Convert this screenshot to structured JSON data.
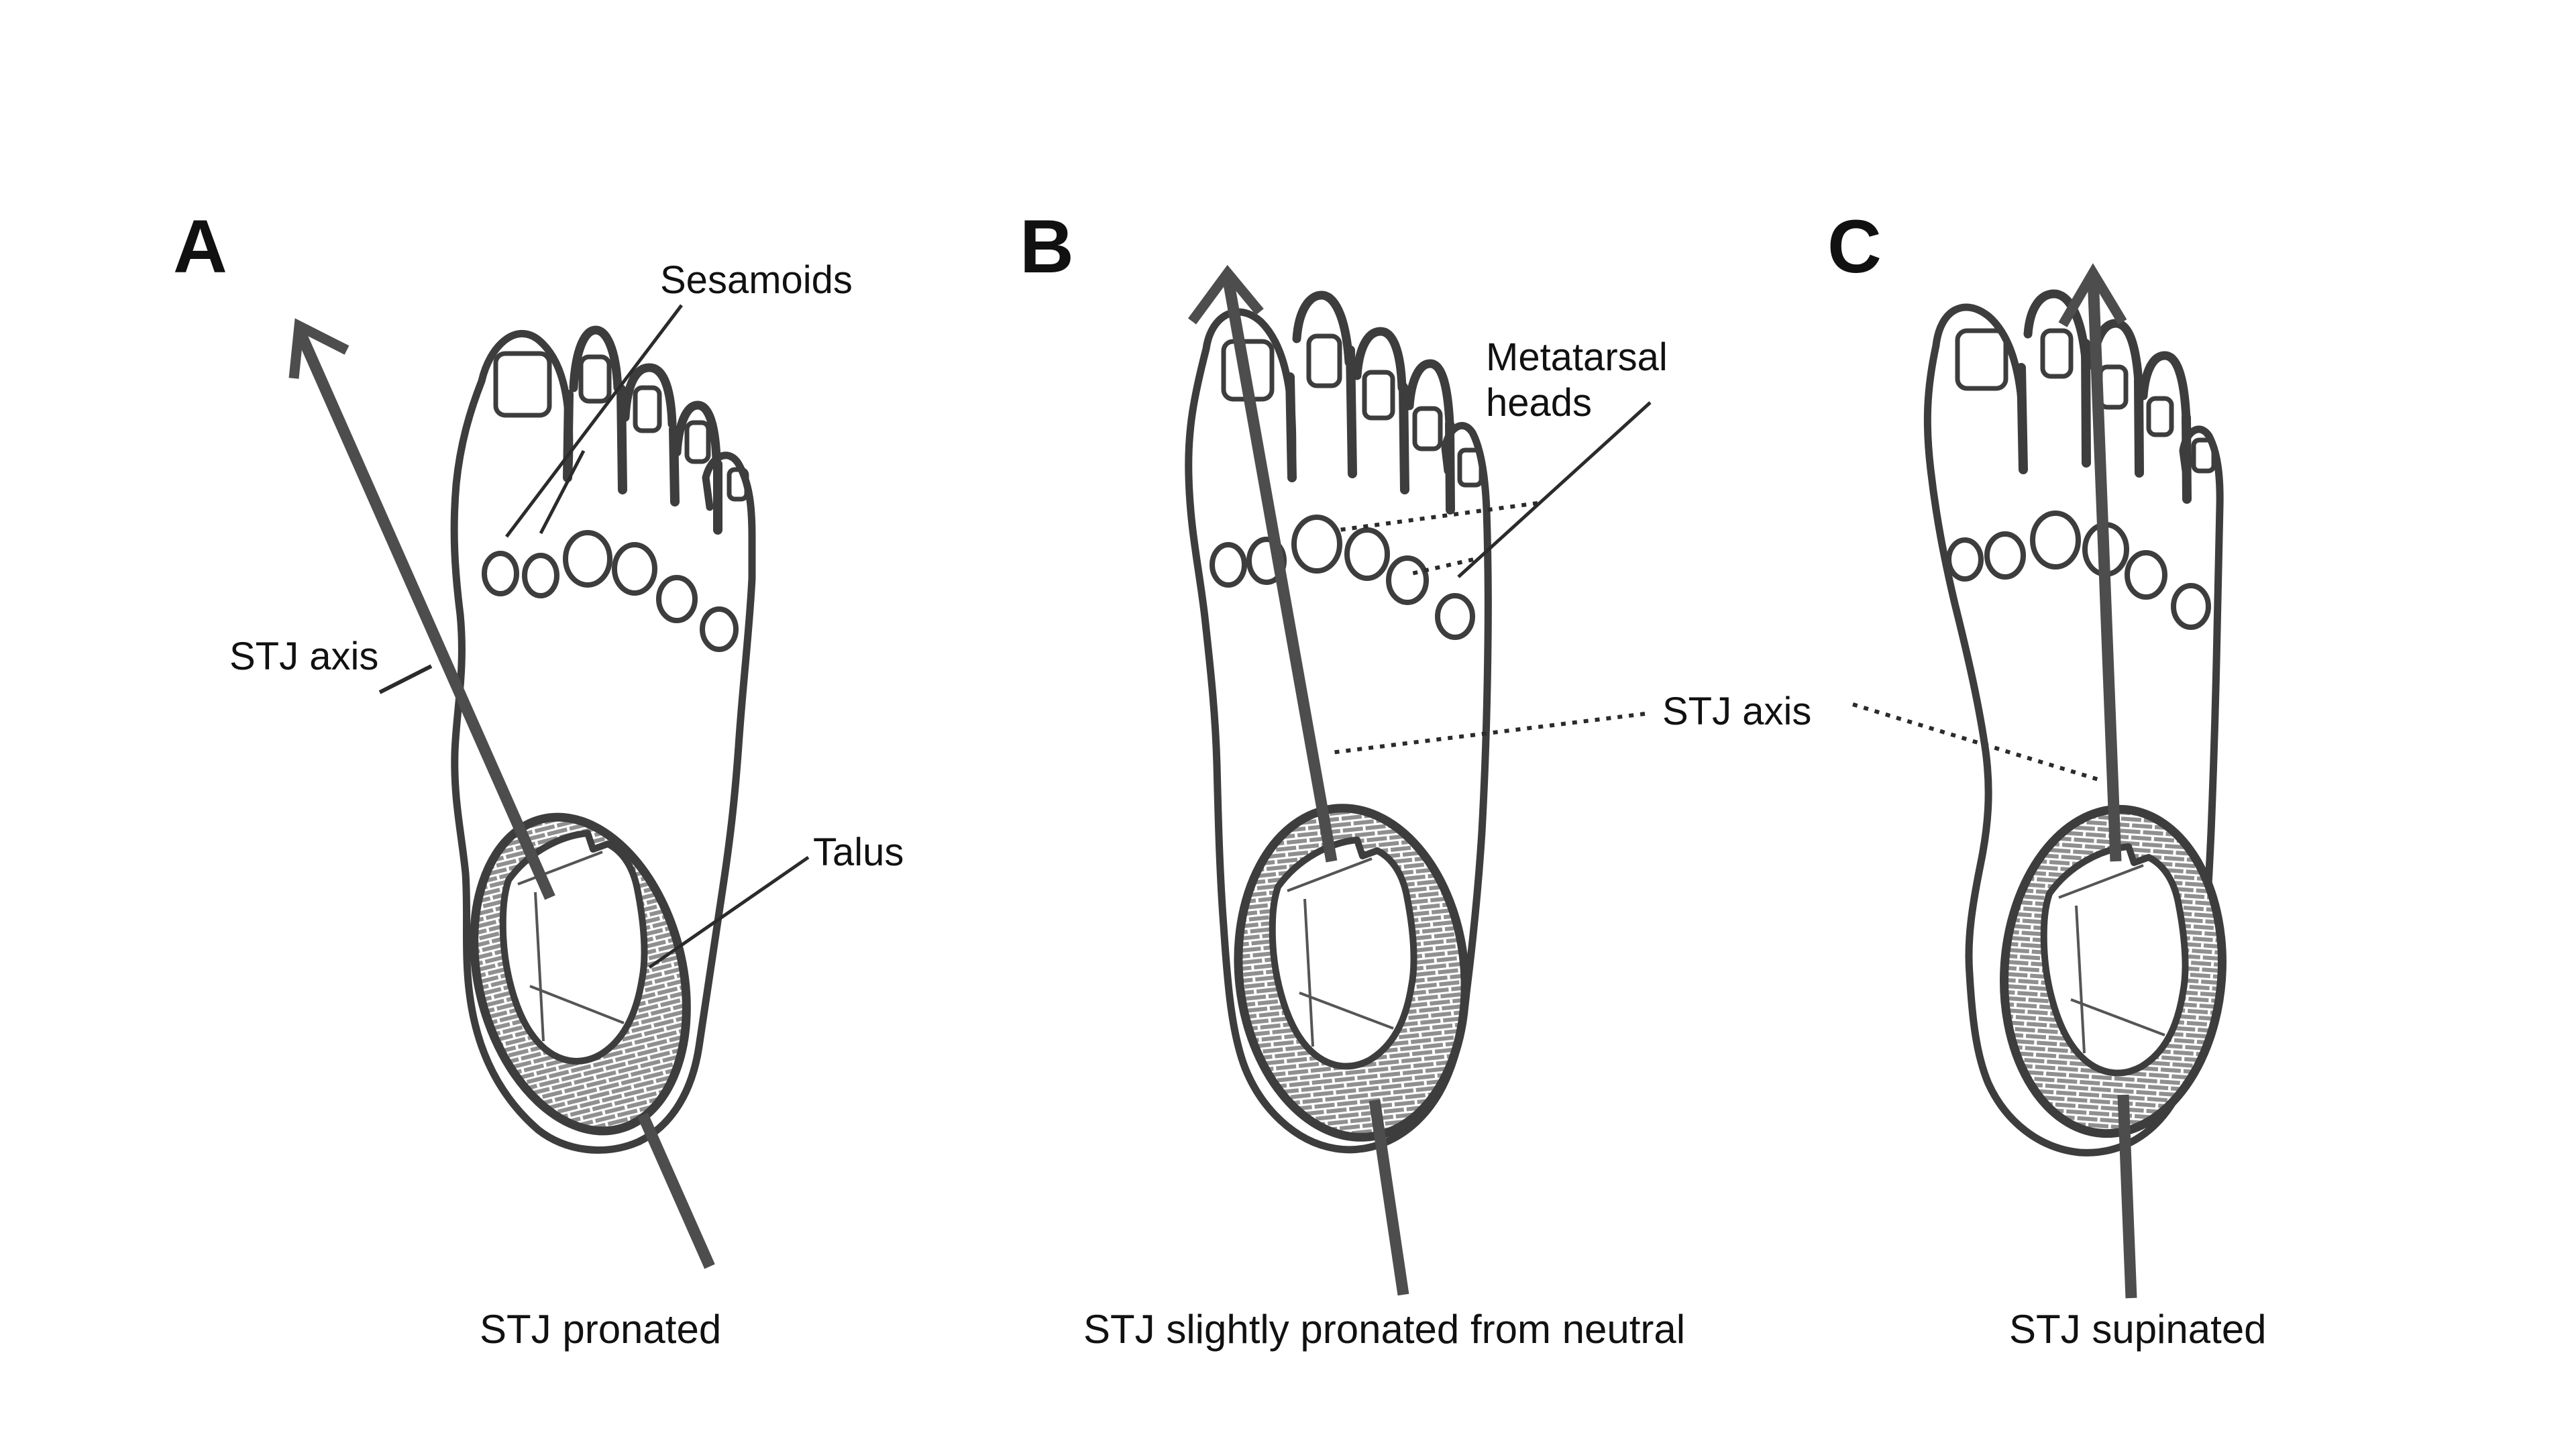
{
  "figure": {
    "type": "medical-line-diagram",
    "subject": "Subtalar joint (STJ) axis position relative to the foot in three alignments",
    "background_color": "#ffffff",
    "ink_color": "#3d3d3d",
    "axis_arrow_color": "#4d4d4d",
    "hatch_color": "#8f8f8f",
    "text_color": "#111111"
  },
  "panels": {
    "A": {
      "letter": "A",
      "caption": "STJ pronated",
      "labels": {
        "sesamoids": "Sesamoids",
        "stj_axis": "STJ axis",
        "talus": "Talus"
      }
    },
    "B": {
      "letter": "B",
      "caption": "STJ slightly pronated from neutral",
      "labels": {
        "metatarsal_line1": "Metatarsal",
        "metatarsal_line2": "heads"
      }
    },
    "C": {
      "letter": "C",
      "caption": "STJ supinated"
    },
    "BC_shared": {
      "stj_axis": "STJ axis"
    }
  }
}
